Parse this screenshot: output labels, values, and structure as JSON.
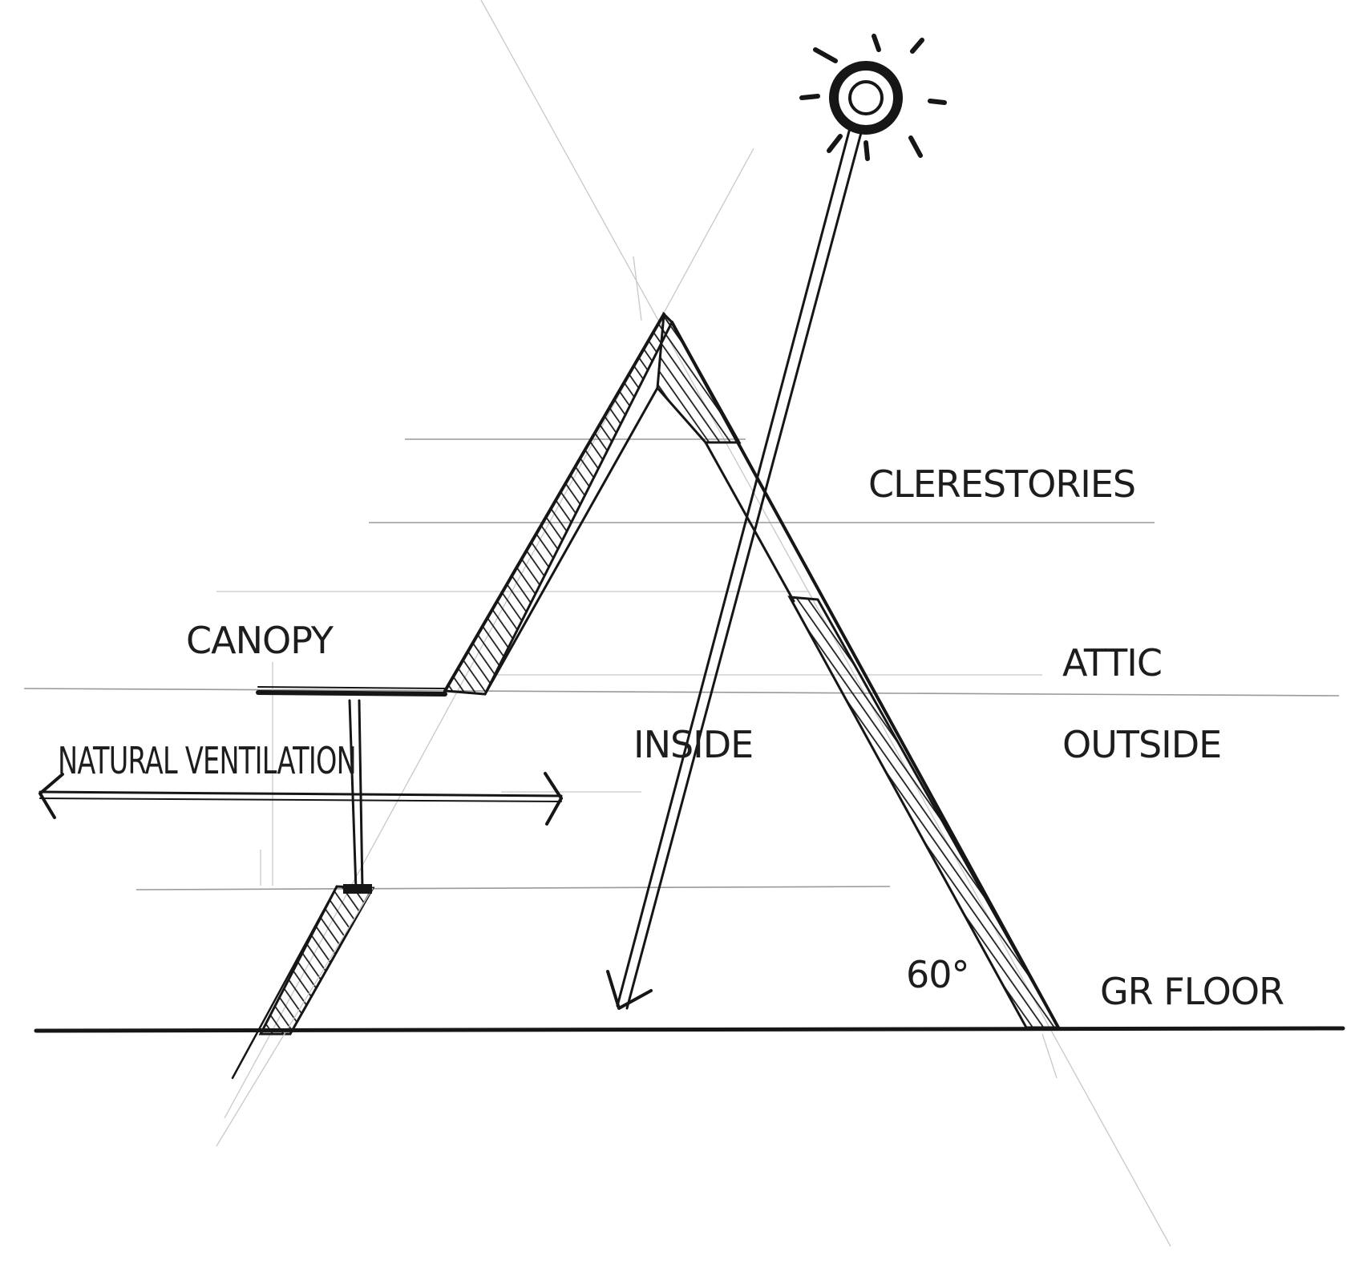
{
  "labels": {
    "clerestories": "CLERESTORIES",
    "canopy": "CANOPY",
    "attic": "ATTIC",
    "inside": "INSIDE",
    "outside": "OUTSIDE",
    "natural_ventilation": "NATURAL VENTILATION",
    "angle": "60°",
    "ground_floor": "GR FLOOR"
  },
  "icons": {
    "sun": "sun-icon"
  },
  "colors": {
    "ink": "#161616",
    "guide": "#9a9a9a",
    "paper": "#ffffff"
  }
}
